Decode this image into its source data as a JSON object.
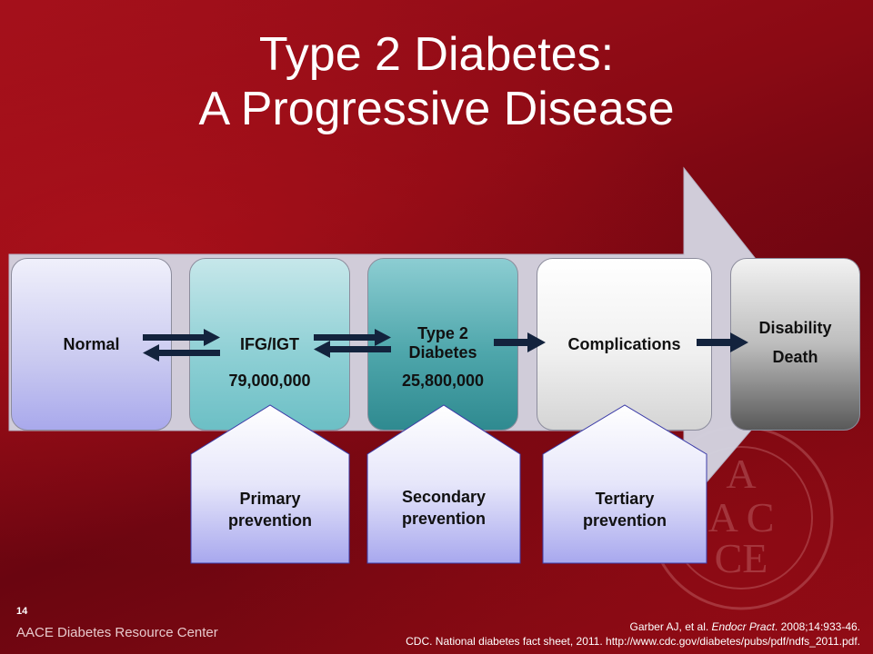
{
  "title": {
    "line1": "Type 2 Diabetes:",
    "line2": "A Progressive Disease"
  },
  "stages": {
    "normal": "Normal",
    "ifg": "IFG/IGT",
    "ifg_count": "79,000,000",
    "t2_line1": "Type 2",
    "t2_line2": "Diabetes",
    "t2_count": "25,800,000",
    "complications": "Complications",
    "disability": "Disability",
    "death": "Death"
  },
  "prevention": {
    "primary_1": "Primary",
    "primary_2": "prevention",
    "secondary_1": "Secondary",
    "secondary_2": "prevention",
    "tertiary_1": "Tertiary",
    "tertiary_2": "prevention"
  },
  "footer": {
    "slide_number": "14",
    "brand": "AACE Diabetes Resource Center",
    "ref1_prefix": "Garber AJ, et al. ",
    "ref1_journal": "Endocr Pract",
    "ref1_suffix": ". 2008;14:933-46.",
    "ref2": "CDC. National diabetes fact sheet, 2011. http://www.cdc.gov/diabetes/pubs/pdf/ndfs_2011.pdf."
  },
  "seal_text": {
    "letters_top": "A",
    "letters_mid": "A C",
    "letters_bottom": "CE"
  },
  "colors": {
    "background": "#8a0a14",
    "flow_arrow": "#13233d",
    "big_arrow": "#d0d0dd",
    "house_fill": "#c4c4f2"
  }
}
